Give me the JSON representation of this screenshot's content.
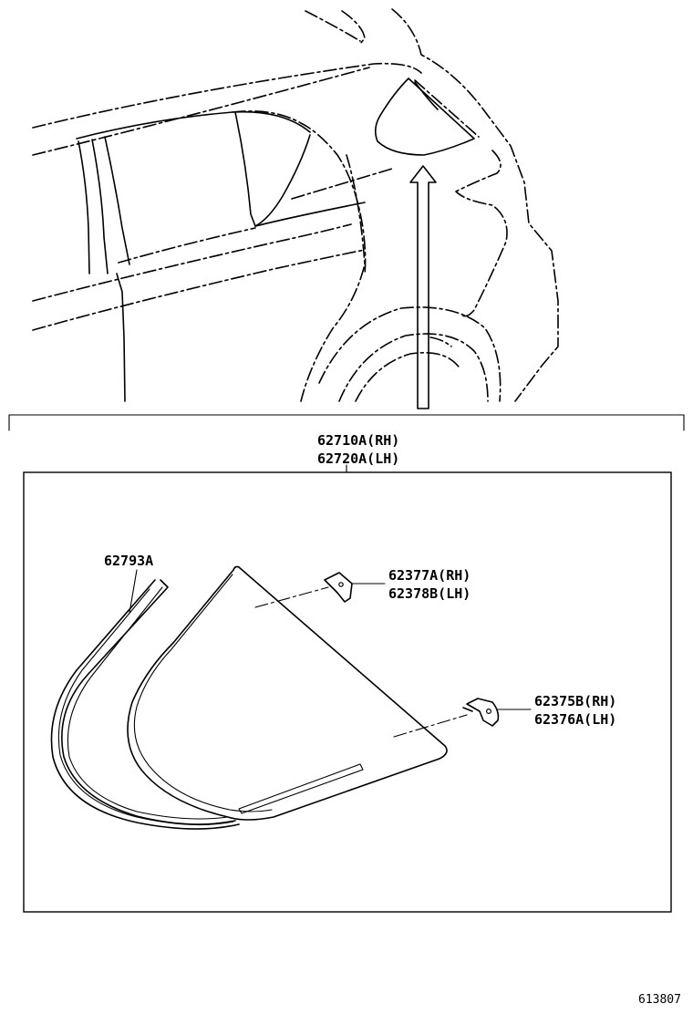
{
  "callouts": {
    "assembly": {
      "rh": "62710A(RH)",
      "lh": "62720A(LH)"
    },
    "molding": "62793A",
    "clip_upper": {
      "rh": "62377A(RH)",
      "lh": "62378B(LH)"
    },
    "clip_lower": {
      "rh": "62375B(RH)",
      "lh": "62376A(LH)"
    }
  },
  "drawing_number": "613807"
}
